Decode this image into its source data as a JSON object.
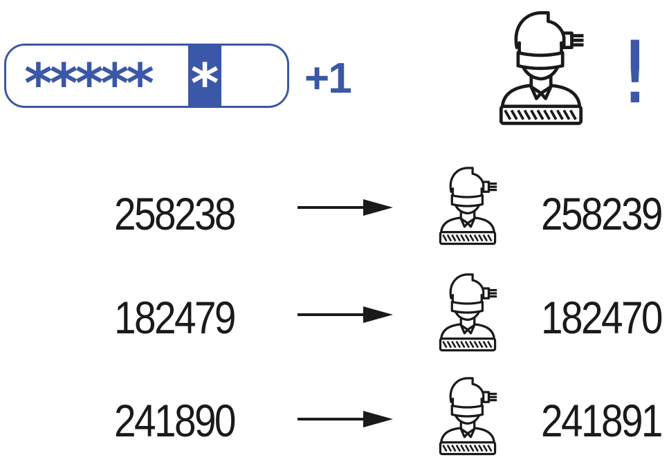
{
  "password_field": {
    "masked_chars": "*****",
    "cursor_char": "*",
    "increment_label": "+1"
  },
  "alert": {
    "symbol": "!"
  },
  "rows": [
    {
      "input": "258238",
      "output": "258239"
    },
    {
      "input": "182479",
      "output": "182470"
    },
    {
      "input": "241890",
      "output": "241891"
    }
  ],
  "colors": {
    "accent": "#3a57a8",
    "ink": "#1a1a1a"
  },
  "icons": {
    "person": "hacker-with-mask-icon",
    "arrow": "arrow-right-icon"
  }
}
